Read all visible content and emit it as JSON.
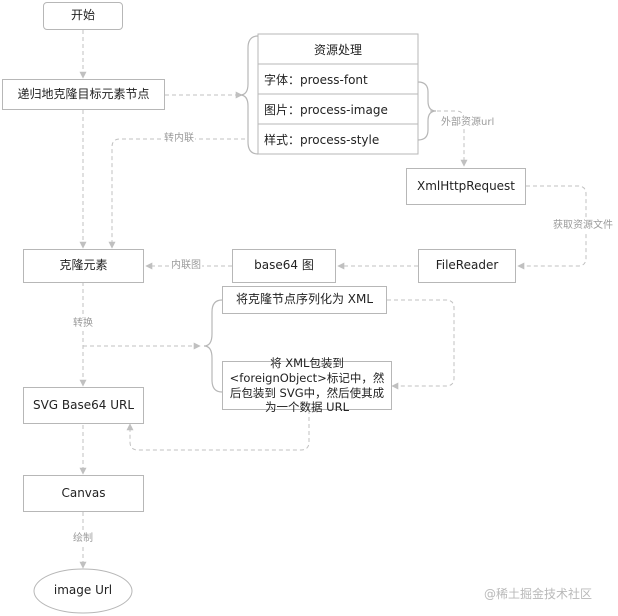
{
  "nodes": {
    "start": "开始",
    "recurse": "递归地克隆目标元素节点",
    "resource_title": "资源处理",
    "font_row": "字体：proess-font",
    "image_row": "图片：process-image",
    "style_row": "样式：process-style",
    "xhr": "XmlHttpRequest",
    "clone": "克隆元素",
    "base64_img": "base64 图",
    "filereader": "FileReader",
    "serialize": "将克隆节点序列化为 XML",
    "wrap_xml": "将 XML包装到<foreignObject>标记中，然后包装到 SVG中，然后使其成为一个数据 URL",
    "svg_url": "SVG Base64 URL",
    "canvas": "Canvas",
    "image_url": "image Url"
  },
  "edge_labels": {
    "inline": "转内联",
    "external": "外部资源url",
    "fetch": "获取资源文件",
    "inline_img": "内联图",
    "convert": "转换",
    "draw": "绘制"
  },
  "watermark": "@稀土掘金技术社区",
  "colors": {
    "stroke": "#b7b7b7",
    "edge": "#c0c0c0",
    "text": "#222222",
    "label": "#9b9b9b"
  }
}
